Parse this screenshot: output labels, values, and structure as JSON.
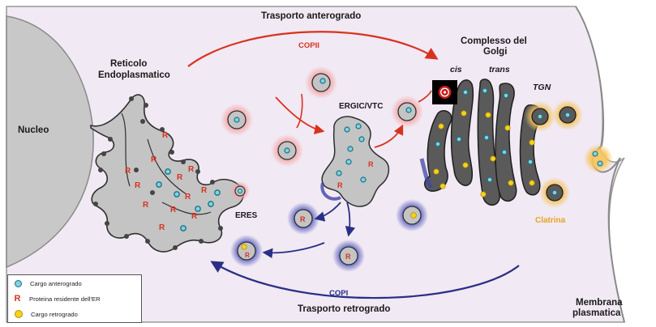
{
  "labels": {
    "anterograde_transport": "Trasporto anterogrado",
    "copii": "COPII",
    "golgi_complex_line1": "Complesso del",
    "golgi_complex_line2": "Golgi",
    "cis": "cis",
    "trans": "trans",
    "tgn": "TGN",
    "er_line1": "Reticolo",
    "er_line2": "Endoplasmatico",
    "ergic": "ERGIC/VTC",
    "nucleus": "Nucleo",
    "eres": "ERES",
    "clathrin": "Clatrina",
    "copi": "COPI",
    "retrograde_transport": "Trasporto retrogrado",
    "membrane_line1": "Membrana",
    "membrane_line2": "plasmatica"
  },
  "legend": {
    "anterograde_cargo": "Cargo anterogrado",
    "er_resident_protein": "Proteina residente dell'ER",
    "retrograde_cargo": "Cargo retrogrado",
    "r_symbol": "R"
  },
  "colors": {
    "anterograde": "#d8321e",
    "retrograde": "#2a2f86",
    "clathrin": "#e8a41d",
    "cell_background": "#f1e9f3",
    "membrane_grey": "#c8c8c8"
  }
}
